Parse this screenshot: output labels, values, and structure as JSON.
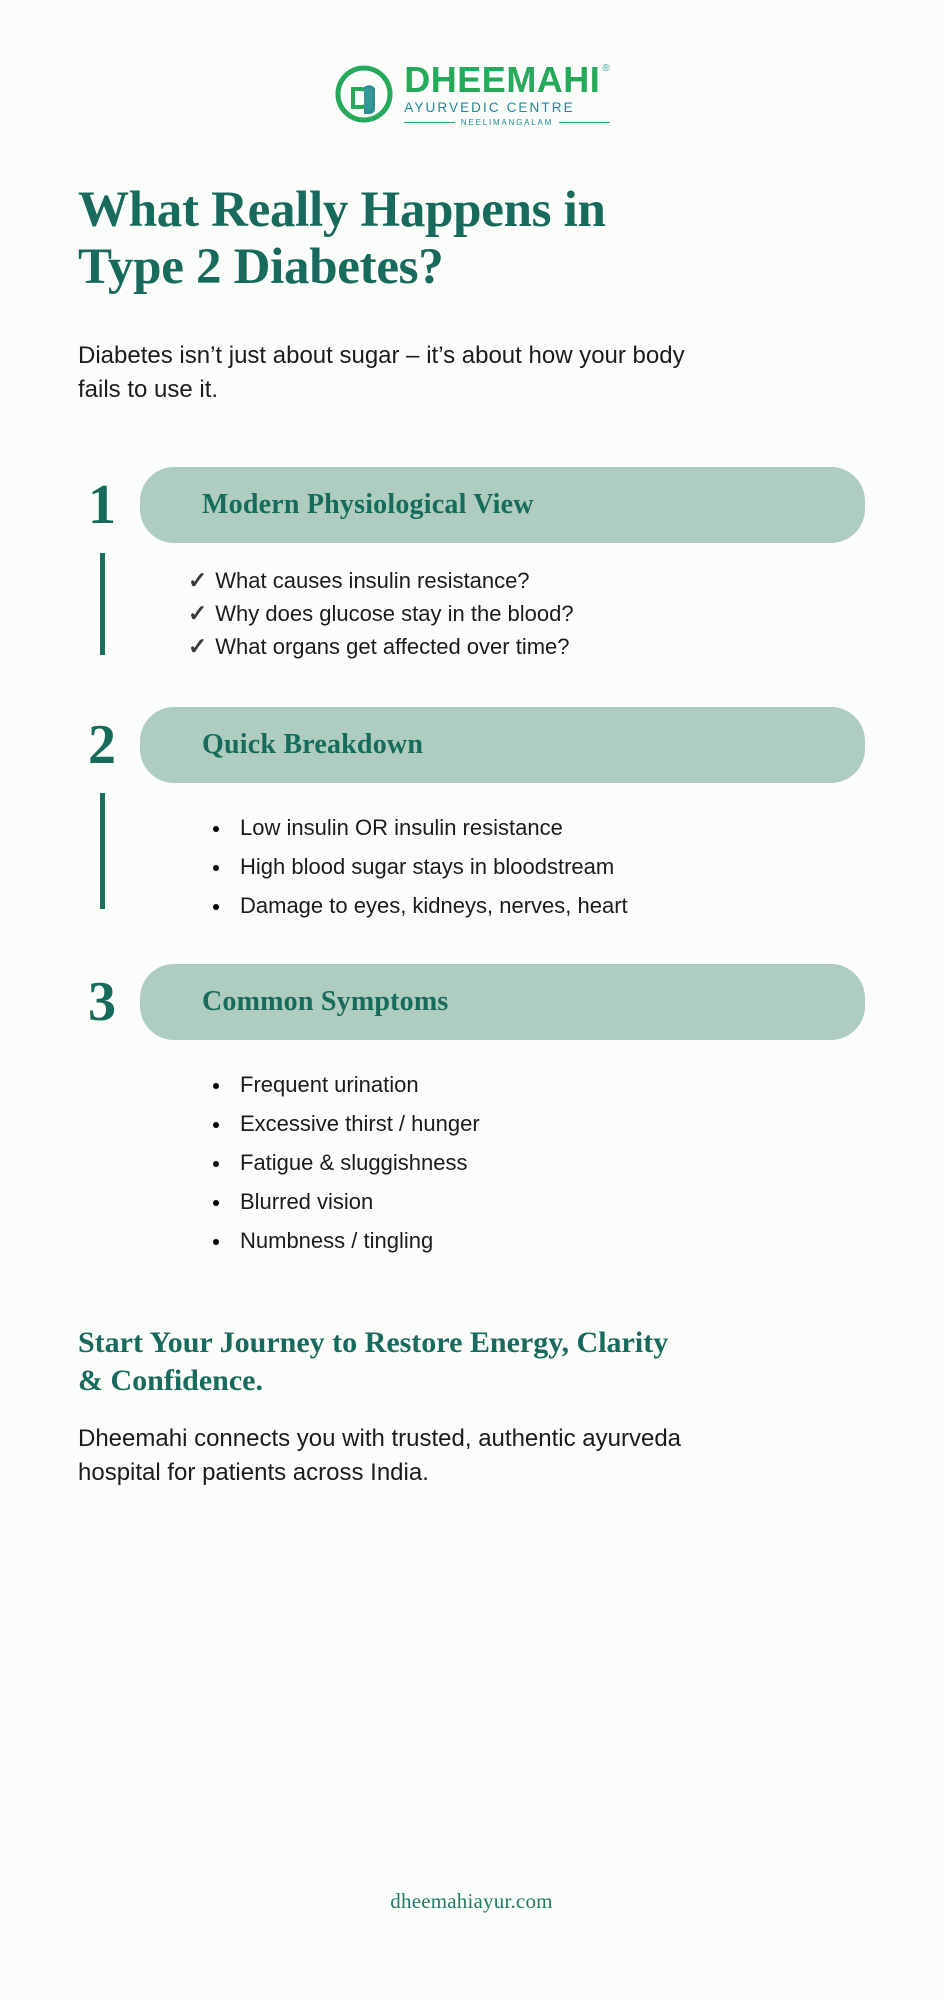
{
  "brand": {
    "logo_icon": "dheemahi-monogram-icon",
    "name": "DHEEMAHI",
    "registered_mark": "®",
    "tagline": "AYURVEDIC CENTRE",
    "location": "NEELIMANGALAM",
    "green": "#25a95a",
    "teal": "#1f8a96"
  },
  "header": {
    "title": "What Really Happens in Type 2 Diabetes?",
    "subtitle": "Diabetes isn’t just about sugar – it’s about how your body fails to use it."
  },
  "sections": [
    {
      "number": "1",
      "label": "Modern Physiological View",
      "marker": "check",
      "check_icon": "check-icon",
      "items": [
        "What causes insulin resistance?",
        "Why does glucose stay in the blood?",
        "What organs get affected over time?"
      ]
    },
    {
      "number": "2",
      "label": "Quick Breakdown",
      "marker": "bullet",
      "items": [
        "Low insulin OR insulin resistance",
        "High blood sugar stays in bloodstream",
        "Damage to eyes, kidneys, nerves, heart"
      ]
    },
    {
      "number": "3",
      "label": "Common Symptoms",
      "marker": "bullet",
      "items": [
        "Frequent urination",
        "Excessive thirst / hunger",
        "Fatigue & sluggishness",
        "Blurred vision",
        "Numbness / tingling"
      ]
    }
  ],
  "cta": {
    "title": "Start Your Journey to Restore Energy, Clarity & Confidence.",
    "text": "Dheemahi connects you with trusted, authentic ayurveda hospital for patients across India."
  },
  "footer": {
    "url": "dheemahiayur.com"
  },
  "theme": {
    "page_background": "#fbfdfb",
    "heading_color": "#186a5c",
    "pill_background": "#aecdc0",
    "pill_text": "#176b5b",
    "connector_color": "#1f6f61",
    "body_text": "#1b1b1b"
  }
}
